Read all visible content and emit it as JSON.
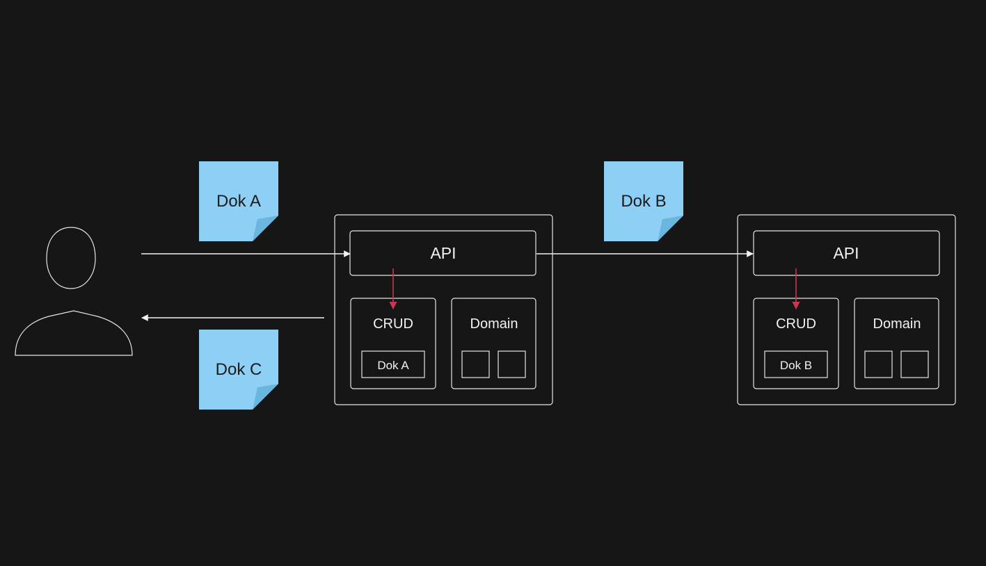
{
  "colors": {
    "background": "#161616",
    "stroke": "#e6e6e6",
    "document_fill": "#8ecff5",
    "document_fold": "#6ab6df",
    "crud_arrow": "#c9364f"
  },
  "documents": {
    "request_doc": "Dok A",
    "forward_doc": "Dok B",
    "response_doc": "Dok C"
  },
  "service_1": {
    "api_label": "API",
    "crud_label": "CRUD",
    "domain_label": "Domain",
    "stored_doc": "Dok A"
  },
  "service_2": {
    "api_label": "API",
    "crud_label": "CRUD",
    "domain_label": "Domain",
    "stored_doc": "Dok B"
  },
  "icons": {
    "user": "user-icon"
  }
}
